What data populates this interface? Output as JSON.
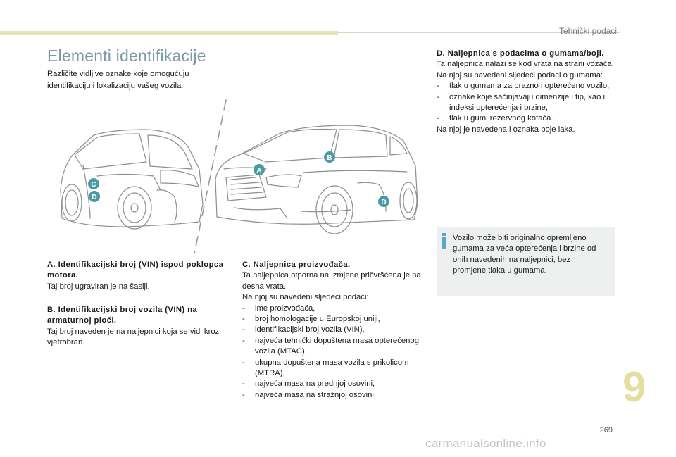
{
  "header": {
    "section": "Tehnički podaci"
  },
  "title": "Elementi identifikacije",
  "intro": "Različite vidljive oznake koje omogućuju identifikaciju i lokalizaciju vašeg vozila.",
  "markers": {
    "a": "A",
    "b": "B",
    "c": "C",
    "d": "D"
  },
  "section_a": {
    "heading": "A. Identifikacijski broj (VIN) ispod poklopca motora.",
    "text": "Taj broj ugraviran je na šasiji."
  },
  "section_b": {
    "heading": "B. Identifikacijski broj vozila (VIN) na armaturnoj ploči.",
    "text": "Taj broj naveden je na naljepnici koja se vidi kroz vjetrobran."
  },
  "section_c": {
    "heading": "C. Naljepnica proizvođača.",
    "text1": "Ta naljepnica otporna na izmjene pričvršćena je na desna vrata.",
    "text2": "Na njoj su navedeni sljedeći podaci:",
    "items": [
      "ime proizvođača,",
      "broj homologacije u Europskoj uniji,",
      "identifikacijski broj vozila (VIN),",
      "najveća tehnički dopuštena masa opterećenog vozila (MTAC),",
      "ukupna dopuštena masa vozila s prikolicom (MTRA),",
      "najveća masa na prednjoj osovini,",
      "najveća masa na stražnjoj osovini."
    ]
  },
  "section_d": {
    "heading": "D. Naljepnica s podacima o gumama/boji.",
    "text1": "Ta naljepnica nalazi se kod vrata na strani vozača.",
    "text2": "Na njoj su navedeni sljedeći podaci o gumama:",
    "items": [
      "tlak u gumama za prazno i opterećeno vozilo,",
      "oznake koje sačinjavaju dimenzije i tip, kao i indeksi opterećenja i brzine,",
      "tlak u gumi rezervnog kotača."
    ],
    "text3": "Na njoj je navedena i oznaka boje laka."
  },
  "info": "Vozilo može biti originalno opremljeno gumama za veća opterećenja i brzine od onih navedenih na naljepnici, bez promjene tlaka u gumama.",
  "chapter": "9",
  "page": "269",
  "watermark": "carmanualsonline.info",
  "colors": {
    "marker": "#4a9aa3",
    "title": "#7b9aa6",
    "accent_bar": "#e6e3b7",
    "info_bg": "#eef0f0",
    "info_icon": "#5aa8c7",
    "chapter": "#e4df9f"
  }
}
